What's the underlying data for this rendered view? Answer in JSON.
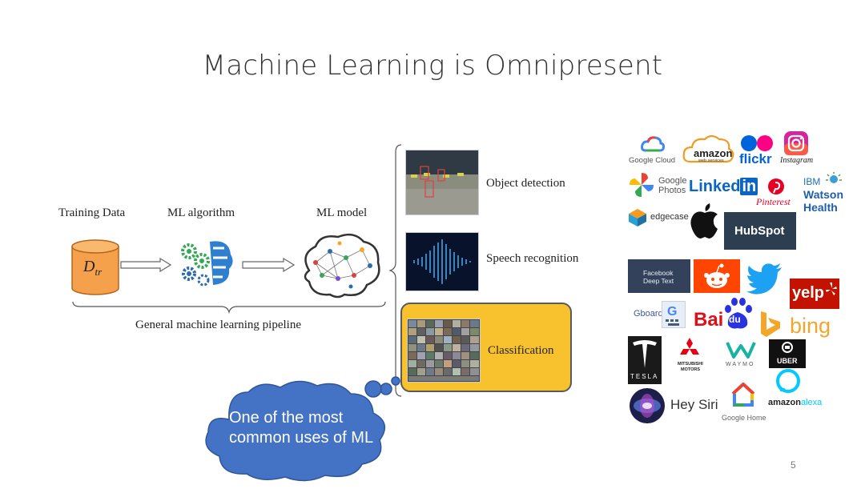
{
  "slide": {
    "title": "Machine Learning is Omnipresent",
    "page_number": "5"
  },
  "pipeline": {
    "training_label": "Training Data",
    "algorithm_label": "ML algorithm",
    "model_label": "ML model",
    "dataset_symbol": "D",
    "dataset_subscript": "tr",
    "caption": "General machine learning  pipeline"
  },
  "tasks": [
    {
      "label": "Object detection"
    },
    {
      "label": "Speech recognition"
    },
    {
      "label": "Classification"
    }
  ],
  "highlight_color": "#f8c22e",
  "callout": {
    "text_line1": "One of the most",
    "text_line2": "common uses of ML",
    "color": "#4472c4"
  },
  "logos": {
    "google_cloud": "Google Cloud",
    "amazon": "amazon",
    "amazon_sub": "web services",
    "flickr": "flickr",
    "instagram": "Instagram",
    "google_photos_1": "Google",
    "google_photos_2": "Photos",
    "linkedin_1": "Linked",
    "linkedin_2": "in",
    "pinterest": "Pinterest",
    "ibm_1": "IBM",
    "ibm_2": "Watson",
    "ibm_3": "Health",
    "edgecase": "edgecase",
    "hubspot": "HubSpot",
    "facebook_1": "Facebook",
    "facebook_2": "Deep Text",
    "yelp": "yelp",
    "gboard": "Gboard",
    "baidu_1": "Bai",
    "baidu_2": "du",
    "bing": "bing",
    "mitsubishi_1": "MITSUBISHI",
    "mitsubishi_2": "MOTORS",
    "tesla": "TESLA",
    "waymo": "WAYMO",
    "uber": "UBER",
    "hey_siri": "Hey Siri",
    "google_home": "Google Home",
    "amazon_alexa_1": "amazon",
    "amazon_alexa_2": "alexa"
  }
}
